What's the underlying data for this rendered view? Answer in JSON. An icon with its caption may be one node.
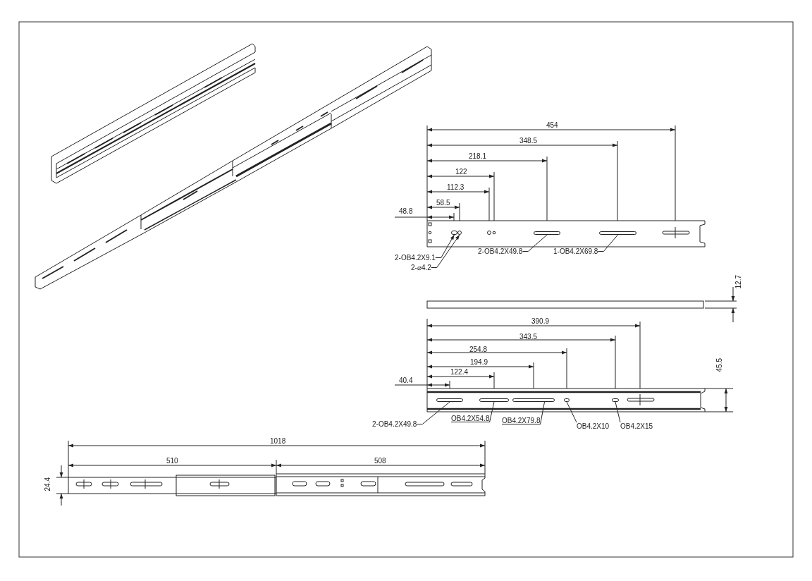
{
  "diagram": {
    "nodes": [
      {
        "text": [
          "2-OB4.2X9.1"
        ]
      },
      {
        "text": [],
        "shape": "slot"
      },
      {
        "text": [
          "2-⌀4.2"
        ]
      },
      {
        "text": [],
        "shape": "circle"
      },
      {
        "text": [
          "2-OB4.2X49.8"
        ]
      },
      {
        "text": [],
        "shape": "slot"
      },
      {
        "text": [
          "1-OB4.2X69.8"
        ]
      },
      {
        "text": [],
        "shape": "slot"
      },
      {
        "text": [
          "2-OB4.2X49.8"
        ]
      },
      {
        "text": [],
        "shape": "slot"
      },
      {
        "text": [
          "OB4.2X54.8"
        ]
      },
      {
        "text": [],
        "shape": "slot"
      },
      {
        "text": [
          "OB4.2X79.8"
        ]
      },
      {
        "text": [],
        "shape": "slot"
      },
      {
        "text": [
          "OB4.2X10"
        ]
      },
      {
        "text": [],
        "shape": "slot"
      },
      {
        "text": [
          "OB4.2X15"
        ]
      },
      {
        "text": [],
        "shape": "slot"
      }
    ],
    "edges": [
      {
        "from": 0,
        "to": 1,
        "arrow": "to"
      },
      {
        "from": 2,
        "to": 3,
        "arrow": "to"
      },
      {
        "from": 4,
        "to": 5,
        "arrow": "none"
      },
      {
        "from": 6,
        "to": 7,
        "arrow": "none"
      },
      {
        "from": 8,
        "to": 9,
        "arrow": "none"
      },
      {
        "from": 10,
        "to": 11,
        "arrow": "none"
      },
      {
        "from": 12,
        "to": 13,
        "arrow": "none"
      },
      {
        "from": 14,
        "to": 15,
        "arrow": "none"
      },
      {
        "from": 16,
        "to": 17,
        "arrow": "none"
      }
    ],
    "labels": [
      "454",
      "348.5",
      "218.1",
      "122",
      "112.3",
      "58.5",
      "48.8",
      "12.7",
      "390.9",
      "343.5",
      "254.8",
      "194.9",
      "122.4",
      "40.4",
      "45.5",
      "1018",
      "510",
      "508",
      "24.4"
    ]
  }
}
